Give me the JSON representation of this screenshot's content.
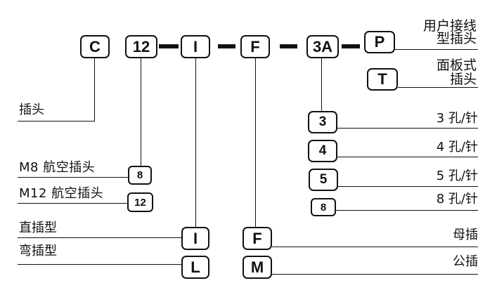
{
  "code": [
    "C",
    "12",
    "I",
    "F",
    "3A",
    "P"
  ],
  "connector_options": {
    "P": {
      "box": "P",
      "line1": "用户接线",
      "line2": "型插头"
    },
    "T": {
      "box": "T",
      "line1": "面板式",
      "line2": "插头"
    }
  },
  "plug_label": "插头",
  "sizes": [
    {
      "box": "8",
      "label": "M8 航空插头"
    },
    {
      "box": "12",
      "label": "M12 航空插头"
    }
  ],
  "shapes": [
    {
      "box": "I",
      "label": "直插型"
    },
    {
      "box": "L",
      "label": "弯插型"
    }
  ],
  "genders": [
    {
      "box": "F",
      "label": "母插"
    },
    {
      "box": "M",
      "label": "公插"
    }
  ],
  "pins": [
    {
      "box": "3",
      "label": "3 孔/针"
    },
    {
      "box": "4",
      "label": "4 孔/针"
    },
    {
      "box": "5",
      "label": "5 孔/针"
    },
    {
      "box": "8",
      "label": "8 孔/针"
    }
  ]
}
